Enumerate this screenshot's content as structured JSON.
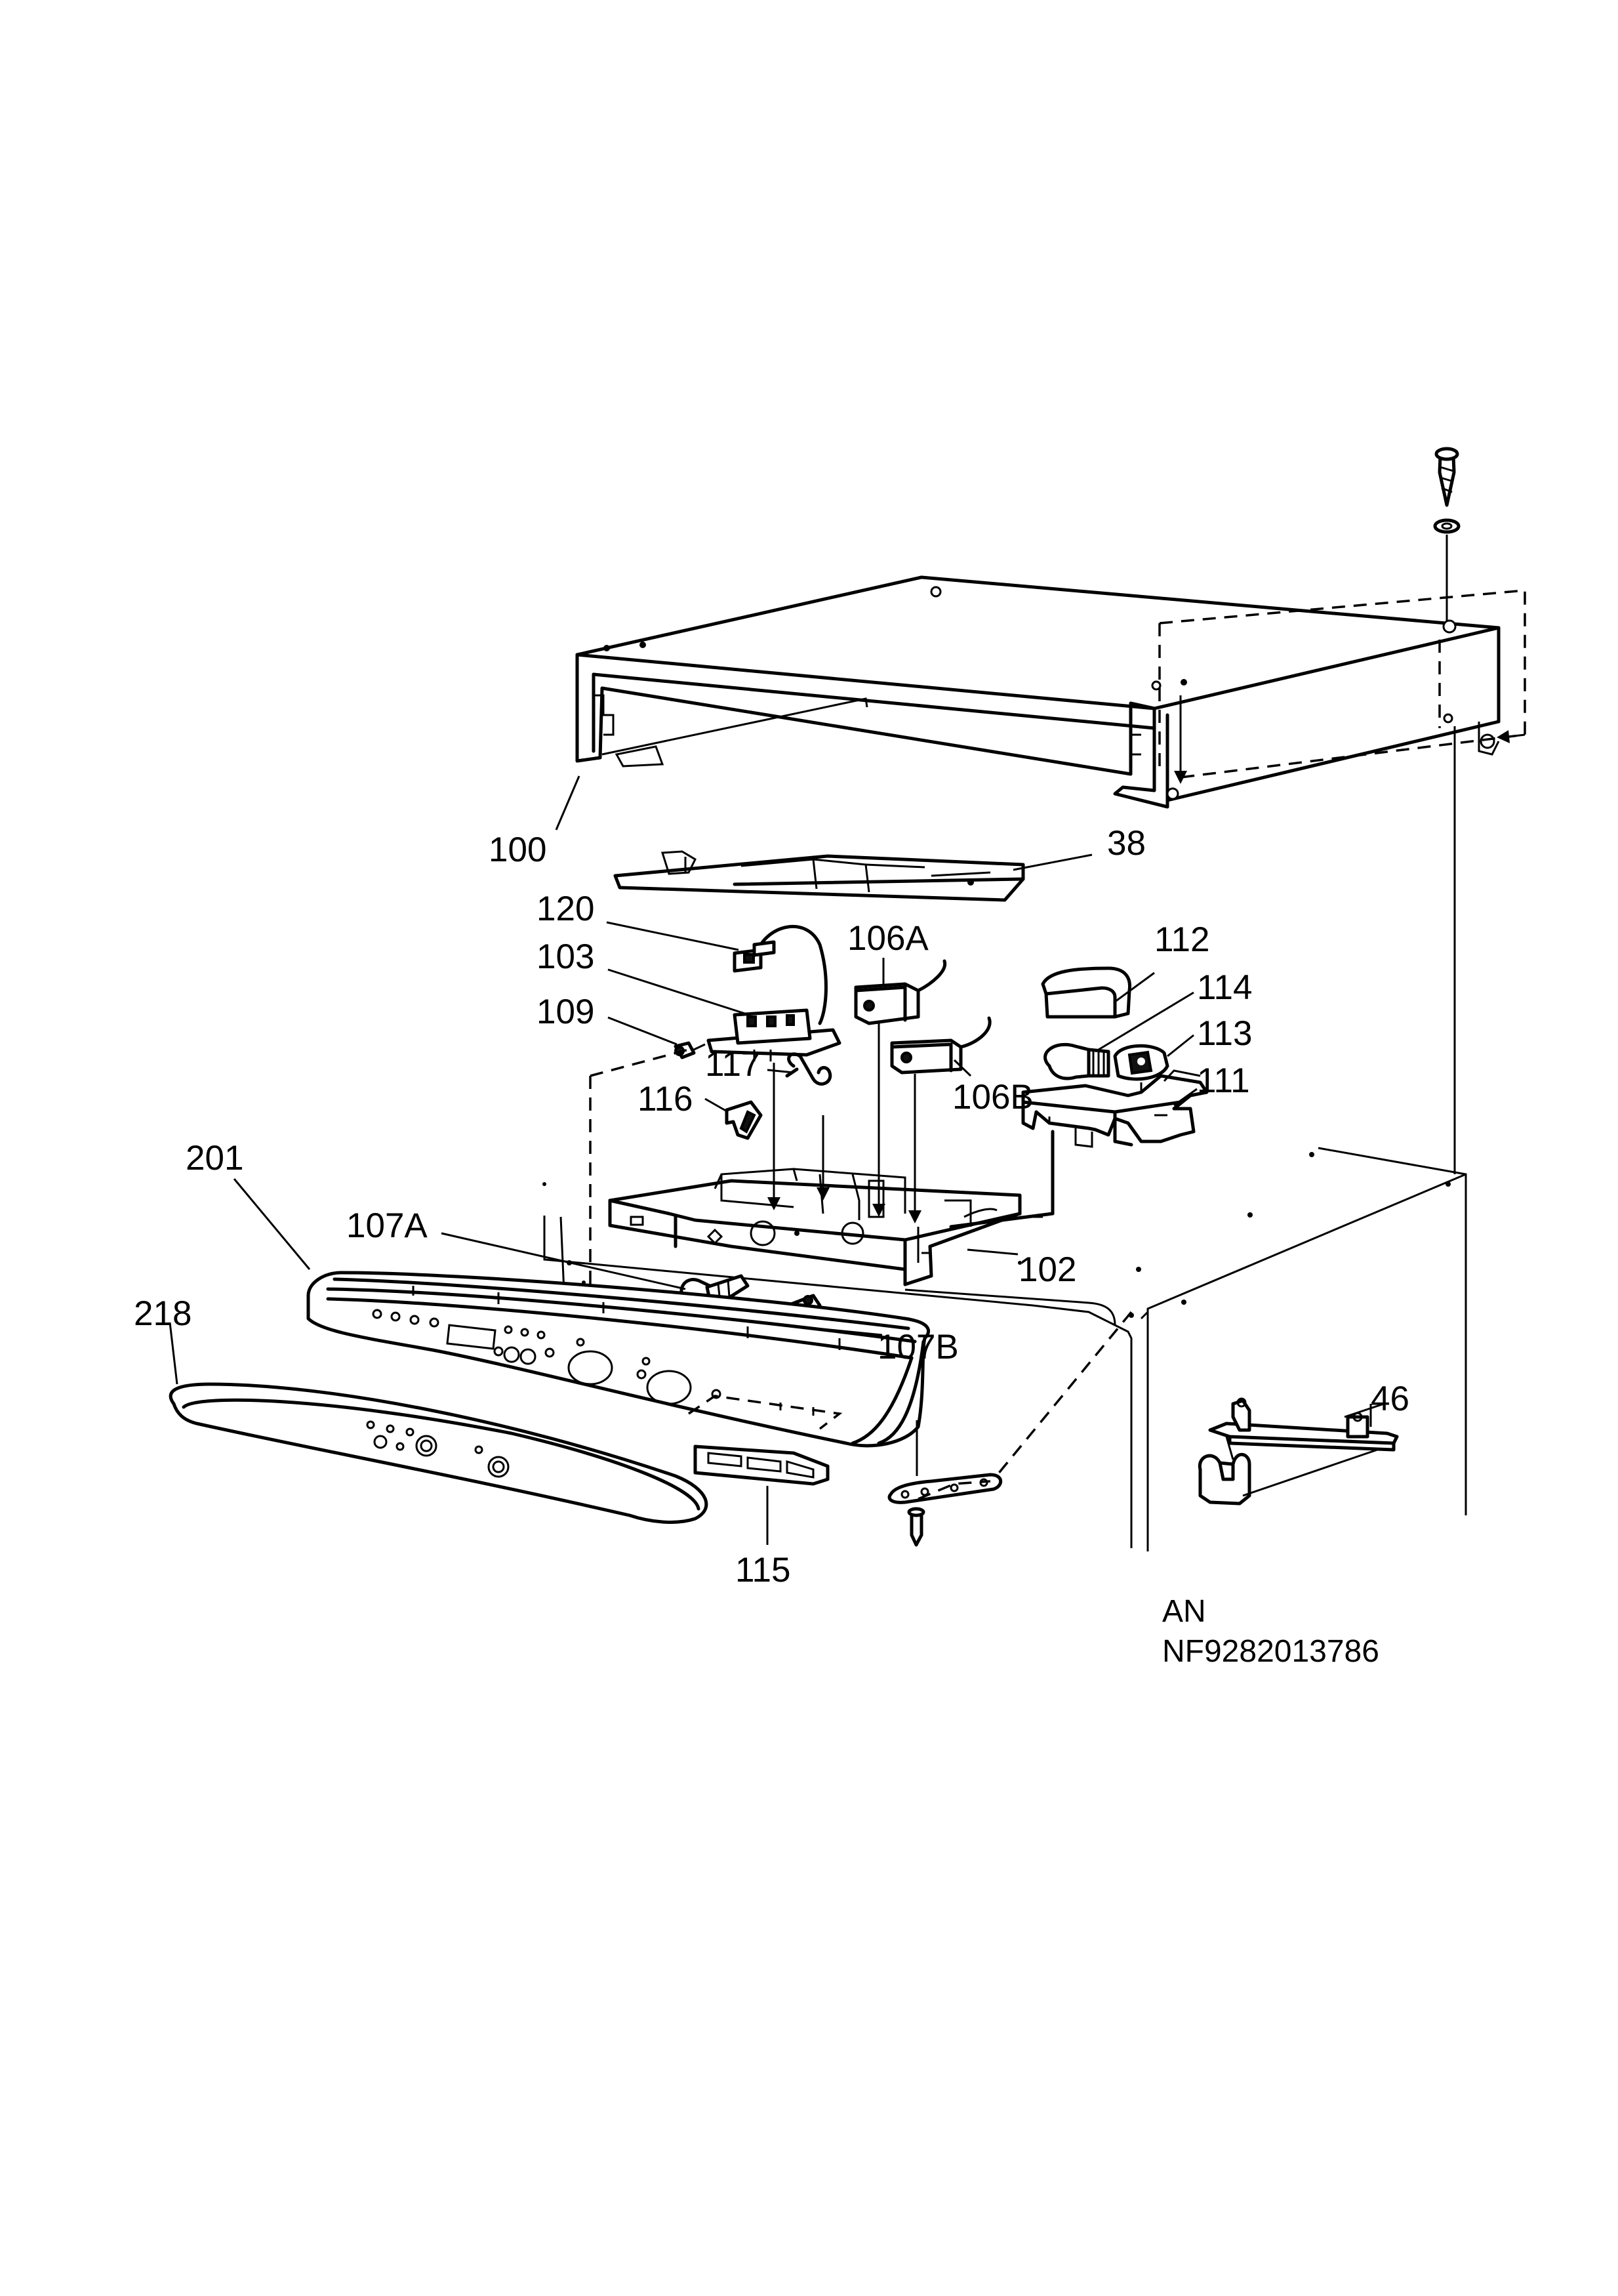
{
  "labels": {
    "l100": "100",
    "l38": "38",
    "l120": "120",
    "l103": "103",
    "l106a": "106A",
    "l112": "112",
    "l114": "114",
    "l113": "113",
    "l109": "109",
    "l117": "117",
    "l116": "116",
    "l106b": "106B",
    "l111": "111",
    "l201": "201",
    "l107a": "107A",
    "l102": "102",
    "l218": "218",
    "l107b": "107B",
    "l46": "46",
    "l115": "115"
  },
  "footer": {
    "line1": "AN",
    "line2": "NF9282013786"
  }
}
